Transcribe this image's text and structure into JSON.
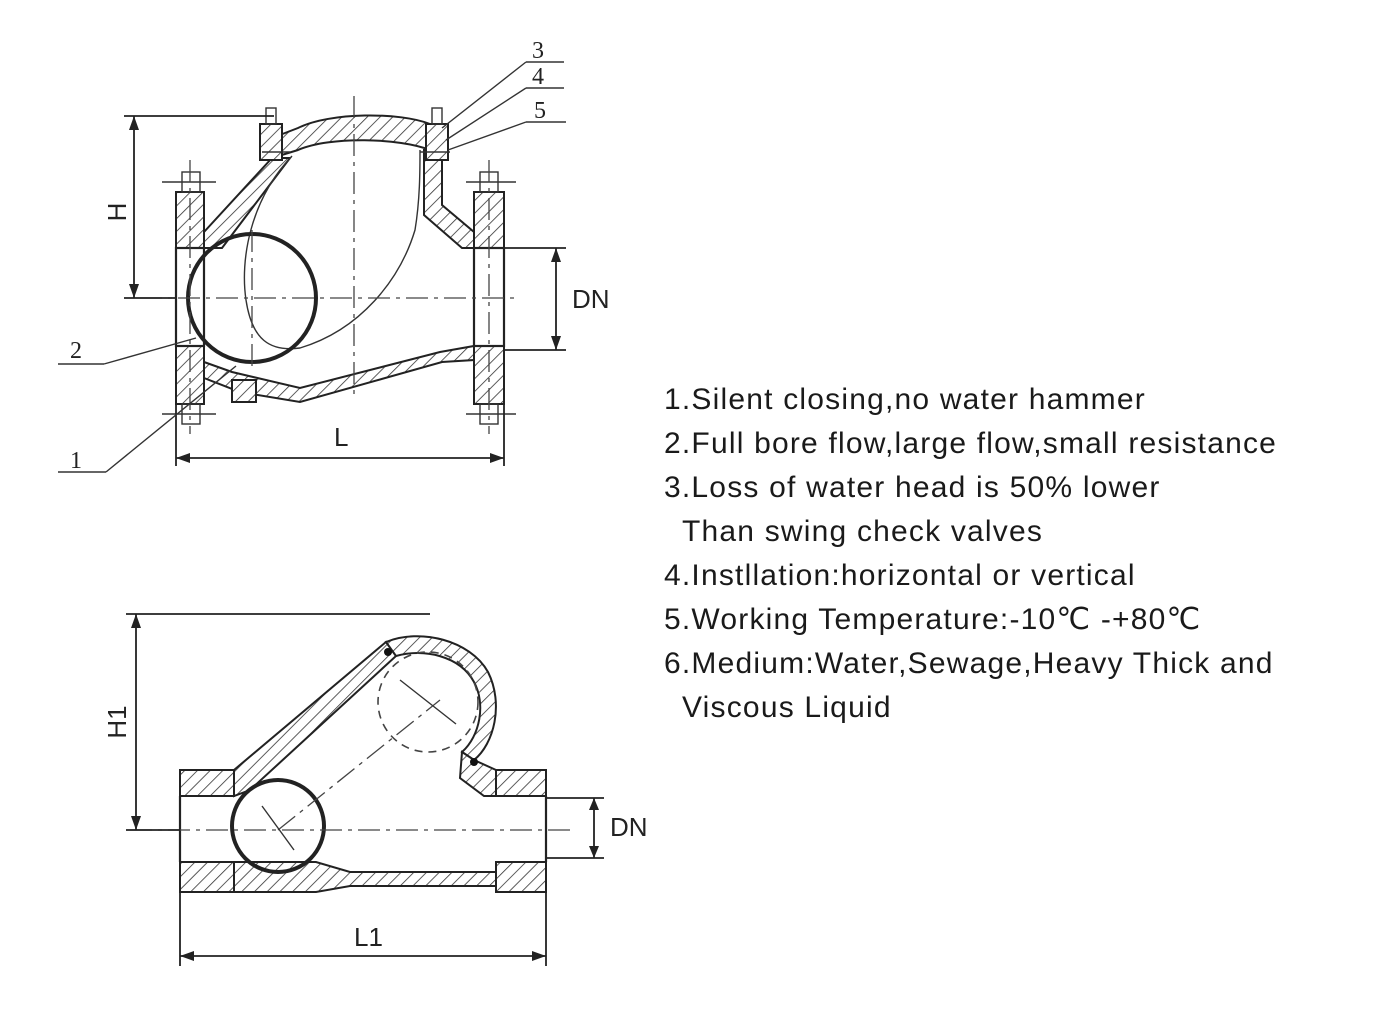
{
  "top_drawing": {
    "dim_h": "H",
    "dim_dn": "DN",
    "dim_l": "L",
    "part_numbers": [
      "1",
      "2",
      "3",
      "4",
      "5"
    ]
  },
  "bottom_drawing": {
    "dim_h1": "H1",
    "dim_dn": "DN",
    "dim_l1": "L1"
  },
  "features": [
    "1.Silent closing,no water hammer",
    "2.Full bore flow,large flow,small resistance",
    "3.Loss of water head is 50% lower",
    "Than swing check valves",
    "4.Instllation:horizontal or vertical",
    "5.Working Temperature:-10℃ -+80℃",
    "6.Medium:Water,Sewage,Heavy Thick and",
    "Viscous Liquid"
  ]
}
